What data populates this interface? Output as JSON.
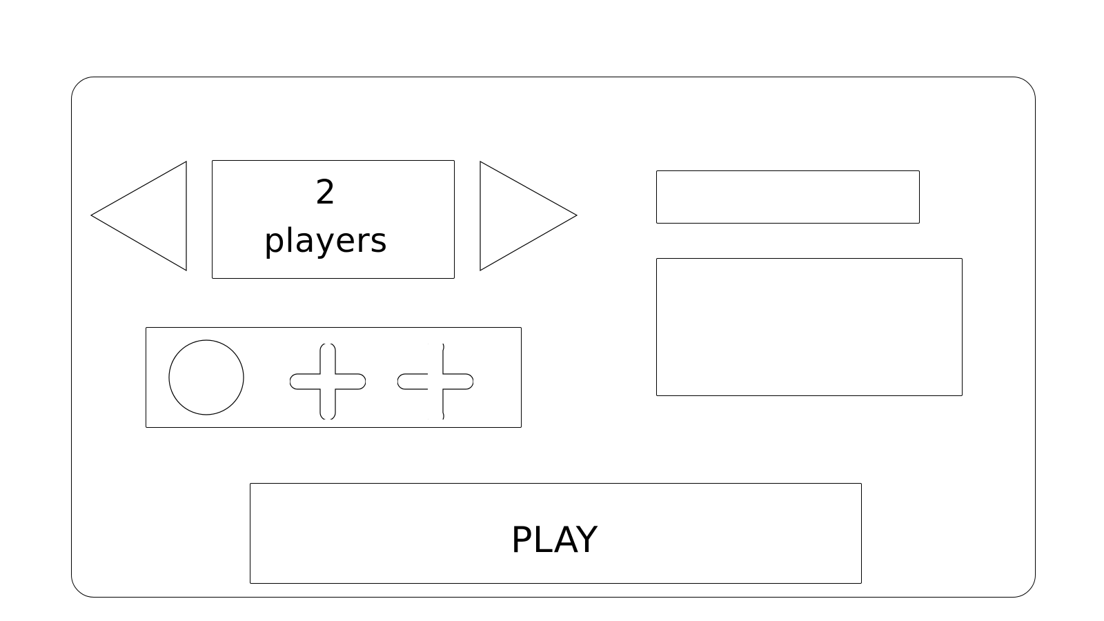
{
  "player_selector": {
    "count": "2",
    "label": "players",
    "prev_icon": "triangle-left-icon",
    "next_icon": "triangle-right-icon"
  },
  "controls": {
    "icons": [
      "circle-icon",
      "plus-icon",
      "plus-partial-icon"
    ]
  },
  "name_field": {
    "value": ""
  },
  "info_panel": {
    "text": ""
  },
  "play_button": {
    "label": "PLAY"
  },
  "colors": {
    "stroke": "#000000",
    "background": "#ffffff"
  }
}
